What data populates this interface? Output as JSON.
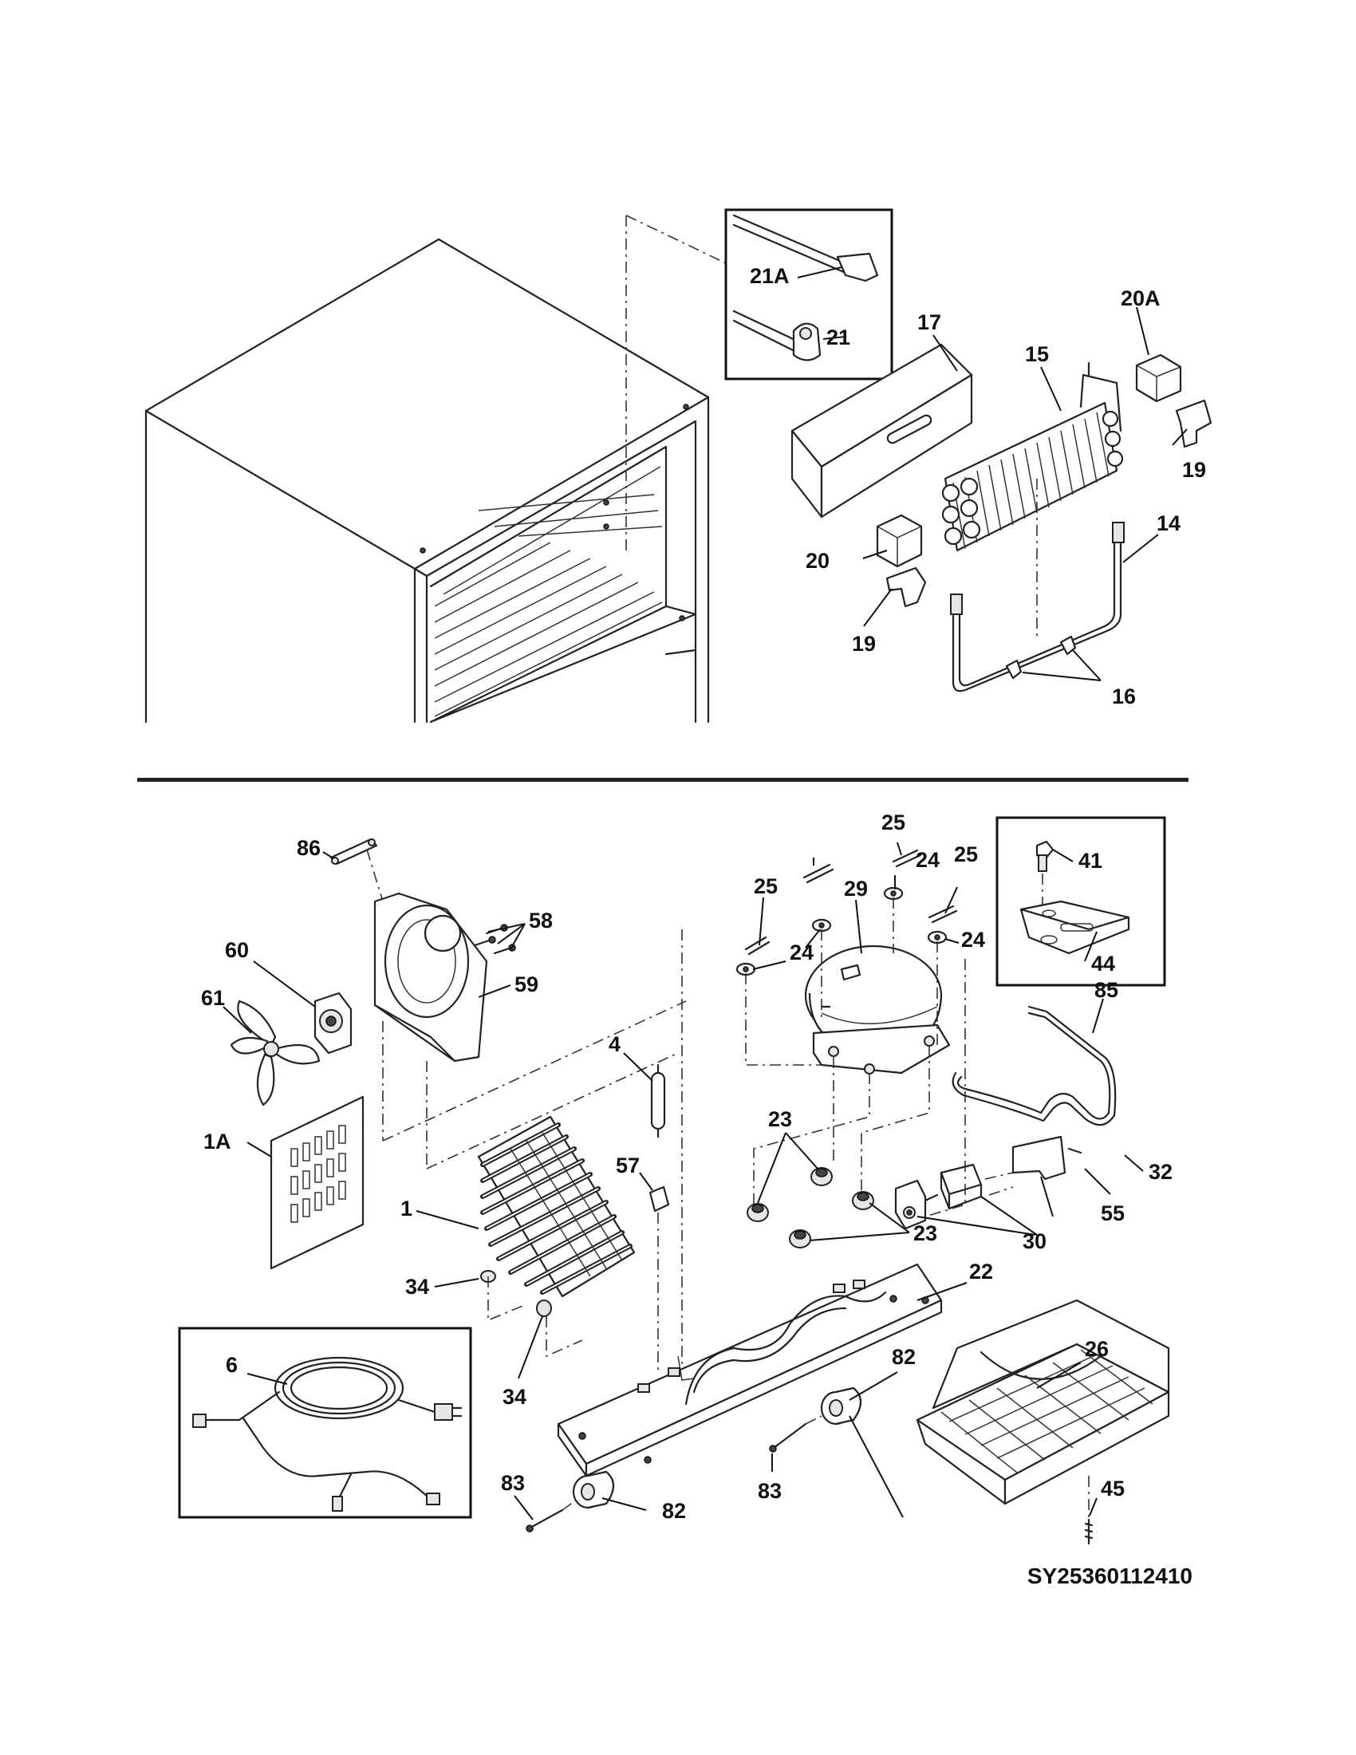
{
  "diagram_code": "SY25360112410",
  "labels": {
    "p21A": "21A",
    "p21": "21",
    "p17": "17",
    "p20A": "20A",
    "p15": "15",
    "p19a": "19",
    "p19b": "19",
    "p20": "20",
    "p14": "14",
    "p16": "16",
    "p86": "86",
    "p58": "58",
    "p59": "59",
    "p60": "60",
    "p61": "61",
    "p1A": "1A",
    "p1": "1",
    "p4": "4",
    "p57": "57",
    "p34a": "34",
    "p34b": "34",
    "p6": "6",
    "p25a": "25",
    "p25b": "25",
    "p25c": "25",
    "p24a": "24",
    "p24b": "24",
    "p24c": "24",
    "p29": "29",
    "p23a": "23",
    "p23b": "23",
    "p22": "22",
    "p41": "41",
    "p44": "44",
    "p85": "85",
    "p32": "32",
    "p55": "55",
    "p30": "30",
    "p26": "26",
    "p82a": "82",
    "p82b": "82",
    "p83a": "83",
    "p83b": "83",
    "p45": "45"
  }
}
